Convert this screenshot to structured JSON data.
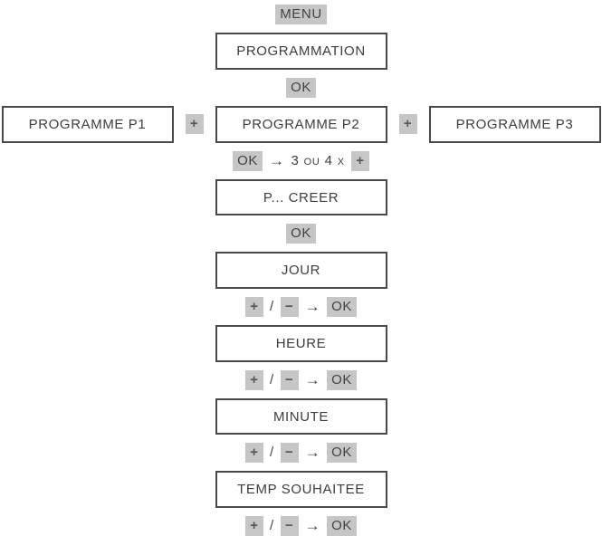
{
  "diagram": {
    "menu_key": "MENU",
    "ok_key": "OK",
    "plus_key": "+",
    "minus_key": "−",
    "slash": "/",
    "arrow": "→",
    "repeat_text": "3 ou 4 x",
    "boxes": {
      "programmation": "PROGRAMMATION",
      "programme_p1": "PROGRAMME P1",
      "programme_p2": "PROGRAMME P2",
      "programme_p3": "PROGRAMME P3",
      "creer": "P... CREER",
      "jour": "JOUR",
      "heure": "HEURE",
      "minute": "MINUTE",
      "temp_souhaitee": "TEMP SOUHAITEE"
    }
  },
  "colors": {
    "background": "#ffffff",
    "key_background": "#c6c6c6",
    "box_border": "#4a4a4a",
    "text": "#3d3d3d"
  }
}
